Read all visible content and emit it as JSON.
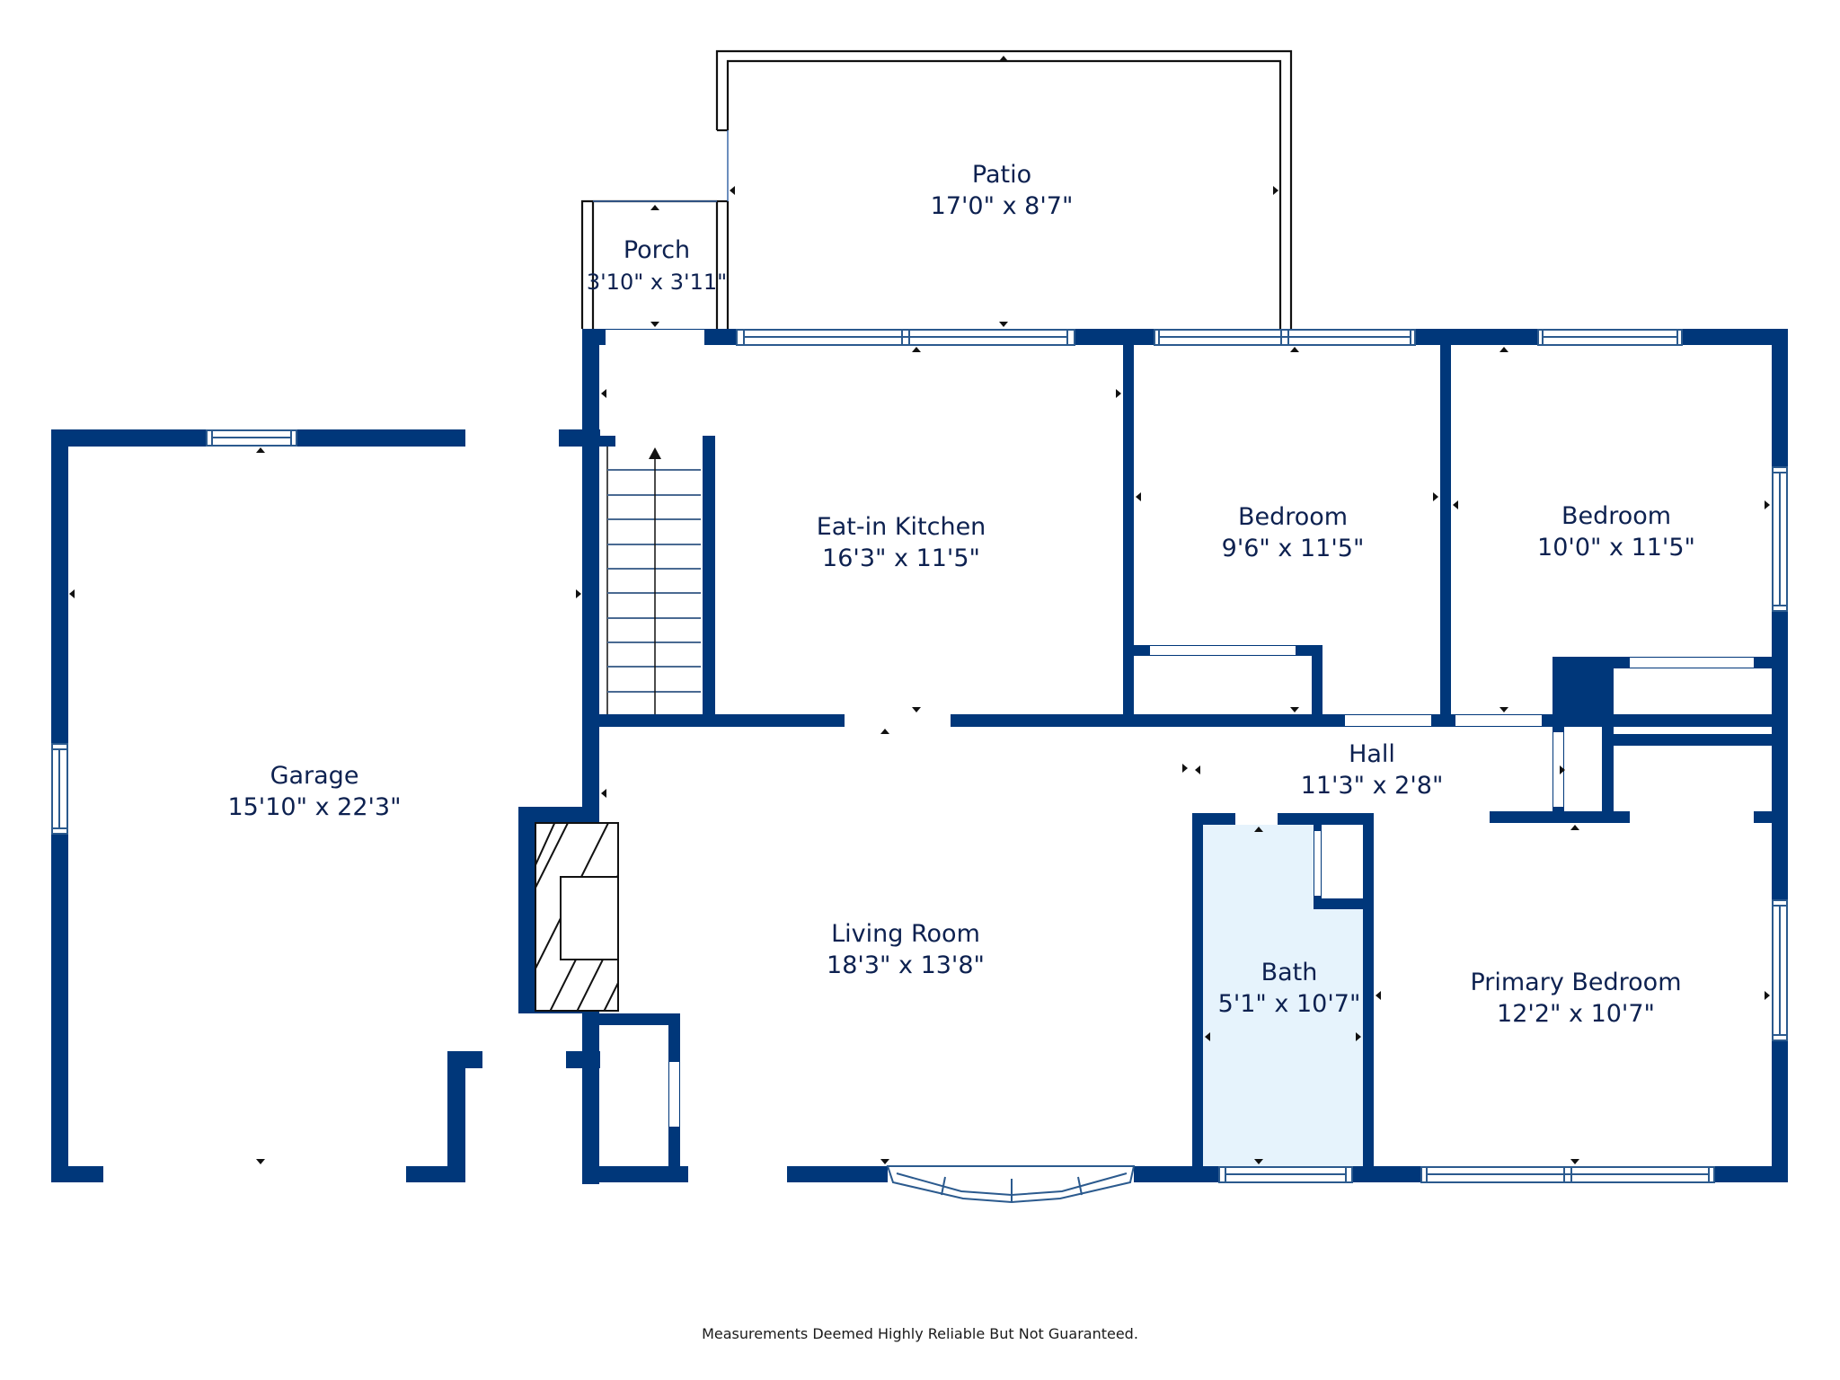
{
  "floorplan": {
    "colors": {
      "wall": "#00377A",
      "bath_fill": "#E6F3FC",
      "label_text": "#0D2150",
      "background": "#FFFFFF"
    },
    "rooms": [
      {
        "id": "patio",
        "name": "Patio",
        "dimensions": "17'0\" x 8'7\""
      },
      {
        "id": "porch",
        "name": "Porch",
        "dimensions": "3'10\" x 3'11\""
      },
      {
        "id": "kitchen",
        "name": "Eat-in Kitchen",
        "dimensions": "16'3\" x 11'5\""
      },
      {
        "id": "bedroom2",
        "name": "Bedroom",
        "dimensions": "9'6\" x 11'5\""
      },
      {
        "id": "bedroom3",
        "name": "Bedroom",
        "dimensions": "10'0\" x 11'5\""
      },
      {
        "id": "garage",
        "name": "Garage",
        "dimensions": "15'10\" x 22'3\""
      },
      {
        "id": "hall",
        "name": "Hall",
        "dimensions": "11'3\" x 2'8\""
      },
      {
        "id": "living",
        "name": "Living Room",
        "dimensions": "18'3\" x 13'8\""
      },
      {
        "id": "bath",
        "name": "Bath",
        "dimensions": "5'1\" x 10'7\""
      },
      {
        "id": "primary",
        "name": "Primary Bedroom",
        "dimensions": "12'2\" x 10'7\""
      }
    ],
    "footer": "Measurements Deemed Highly Reliable But Not Guaranteed."
  }
}
